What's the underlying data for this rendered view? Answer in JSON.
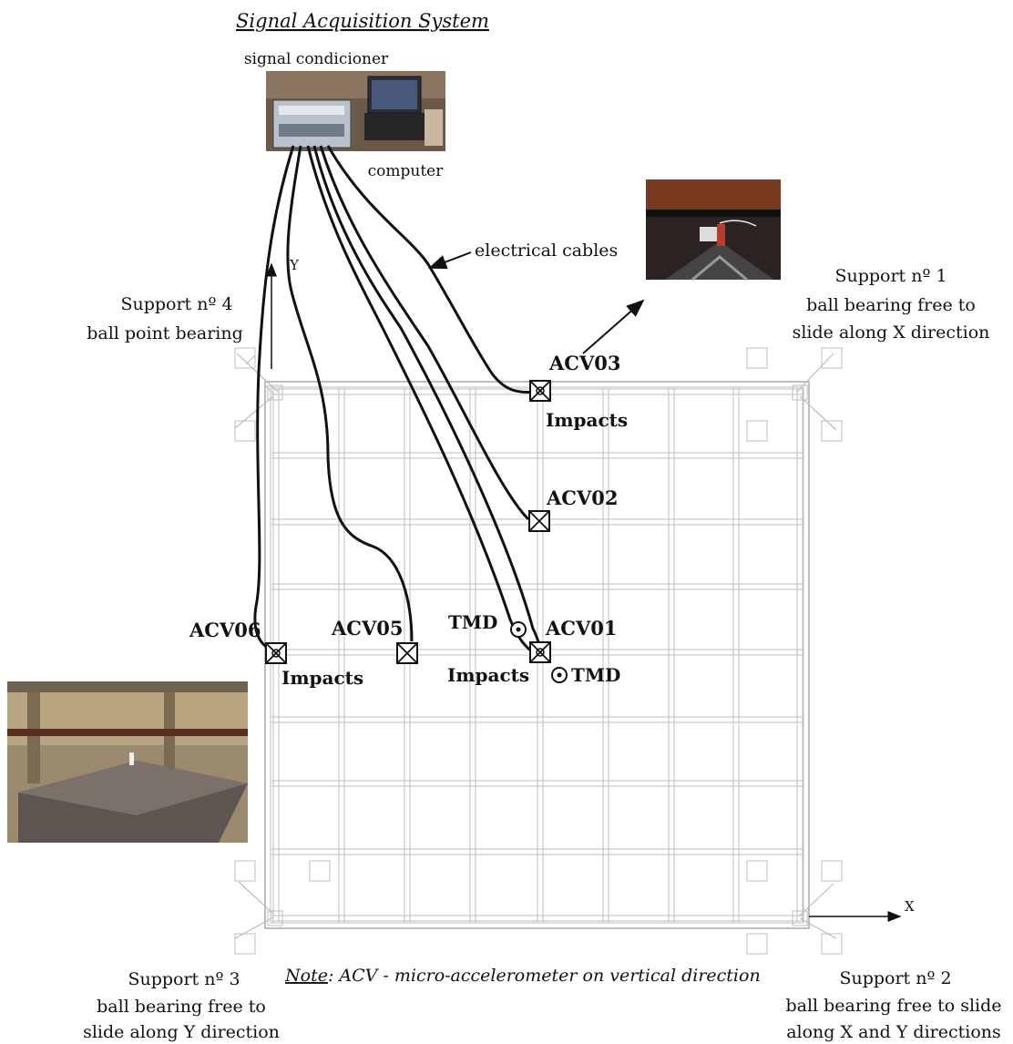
{
  "title": "Signal Acquisition System",
  "equipment": {
    "signal_conditioner": "signal condicioner",
    "computer": "computer",
    "cables": "electrical cables"
  },
  "axes": {
    "y": "Y",
    "x": "X"
  },
  "supports": [
    {
      "id": "support1",
      "name": "Support nº 1",
      "desc1": "ball bearing free to",
      "desc2": "slide along X direction"
    },
    {
      "id": "support2",
      "name": "Support nº 2",
      "desc1": "ball bearing free to slide",
      "desc2": "along X and Y directions"
    },
    {
      "id": "support3",
      "name": "Support nº 3",
      "desc1": "ball bearing free to",
      "desc2": "slide along Y direction"
    },
    {
      "id": "support4",
      "name": "Support nº 4",
      "desc1": "ball point bearing",
      "desc2": ""
    }
  ],
  "sensors": [
    {
      "id": "acv01",
      "label": "ACV01"
    },
    {
      "id": "acv02",
      "label": "ACV02"
    },
    {
      "id": "acv03",
      "label": "ACV03"
    },
    {
      "id": "acv05",
      "label": "ACV05"
    },
    {
      "id": "acv06",
      "label": "ACV06"
    }
  ],
  "impacts_label": "Impacts",
  "tmd_label": "TMD",
  "note": {
    "prefix": "Note",
    "text": ": ACV - micro-accelerometer on vertical direction"
  },
  "colors": {
    "ink": "#111111",
    "grid": "#bdbdbd",
    "photo_floor": "#8a7060",
    "photo_wall": "#a58a6a",
    "sensor_photo": "#b45a26"
  }
}
